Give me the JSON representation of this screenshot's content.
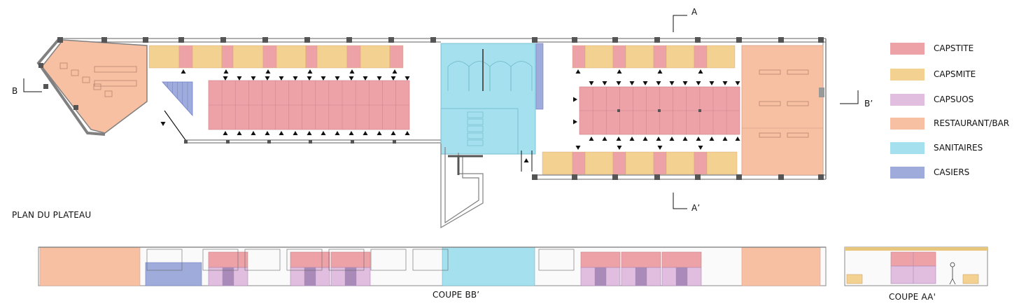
{
  "labels": {
    "plan_title": "PLAN DU PLATEAU",
    "section_bb": "COUPE BB’",
    "section_aa": "COUPE AA'",
    "mark_a": "A",
    "mark_a2": "A’",
    "mark_b": "B",
    "mark_b2": "B’"
  },
  "legend": [
    {
      "label": "CAPSTITE",
      "color": "#eda2a8"
    },
    {
      "label": "CAPSMITE",
      "color": "#f2d191"
    },
    {
      "label": "CAPSUOS",
      "color": "#e1bedf"
    },
    {
      "label": "RESTAURANT/BAR",
      "color": "#f7c0a3"
    },
    {
      "label": "SANITAIRES",
      "color": "#a4e0ee"
    },
    {
      "label": "CASIERS",
      "color": "#9fabdb"
    }
  ],
  "colors": {
    "capstite": "#eda2a8",
    "capsmite": "#f2d191",
    "capsuos": "#e1bedf",
    "capsuos_dark": "#a98ab8",
    "restaurant": "#f7c0a3",
    "sanitaires": "#a4e0ee",
    "casiers": "#9fabdb",
    "wall": "#7a7a7a",
    "column": "#555555"
  }
}
